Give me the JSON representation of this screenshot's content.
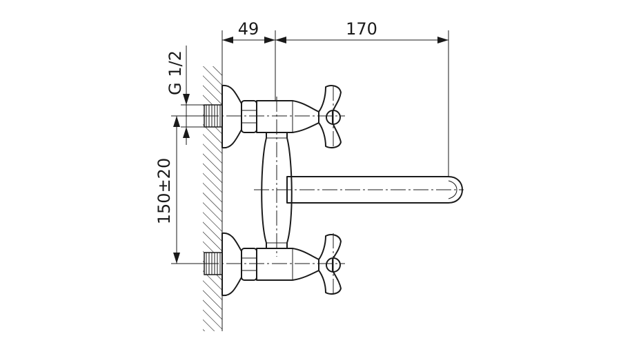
{
  "dimensions": {
    "spout_offset": "49",
    "spout_length": "170",
    "inlet_spacing": "150±20",
    "thread_size": "G 1/2"
  },
  "colors": {
    "line": "#1a1a1a",
    "background": "#ffffff"
  }
}
